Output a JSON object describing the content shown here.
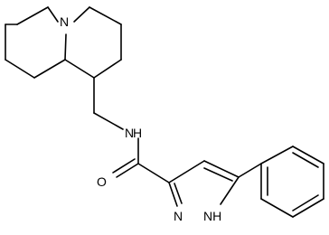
{
  "molecule": {
    "line_color": "#000000",
    "background": "#ffffff",
    "atoms": {
      "ring_nitrogen": "N",
      "amide_nitrogen": "N",
      "amide_h": "H",
      "carbonyl_oxygen": "O",
      "pyrazole_n": "N",
      "pyrazole_nh": "NH"
    }
  }
}
